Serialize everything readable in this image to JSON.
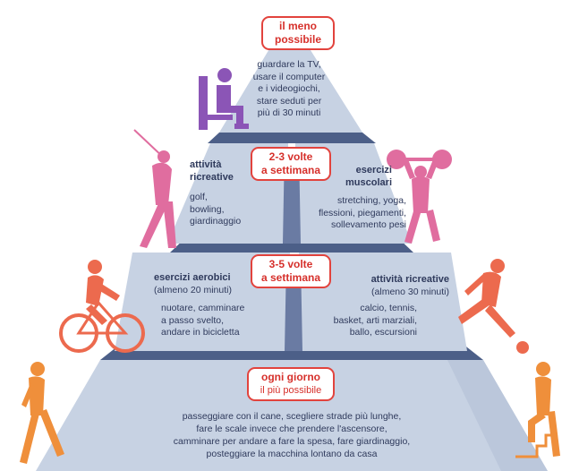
{
  "colors": {
    "pyramid_fill": "#c7d2e3",
    "pyramid_edge": "#5b6d97",
    "accent_red": "#e2433d",
    "purple": "#8b55b6",
    "pink": "#e06d9f",
    "orange_red": "#ec6a4e",
    "orange": "#ef8f3b",
    "text": "#2f3a5c"
  },
  "tier_top": {
    "badge": [
      "il meno",
      "possibile"
    ],
    "lines": [
      "guardare la TV,",
      "usare il computer",
      "e i videogiochi,",
      "stare seduti per",
      "più di 30 minuti"
    ],
    "icon": "sitting-person-icon"
  },
  "tier_2": {
    "badge": [
      "2-3 volte",
      "a settimana"
    ],
    "left": {
      "title": [
        "attività",
        "ricreative"
      ],
      "items": [
        "golf,",
        "bowling,",
        "giardinaggio"
      ],
      "icon": "golfer-icon"
    },
    "right": {
      "title": [
        "esercizi",
        "muscolari"
      ],
      "items": [
        "stretching, yoga,",
        "flessioni, piegamenti,",
        "sollevamento pesi"
      ],
      "icon": "weightlifter-icon"
    }
  },
  "tier_3": {
    "badge": [
      "3-5 volte",
      "a settimana"
    ],
    "left": {
      "title": "esercizi aerobici",
      "subtitle": "(almeno 20 minuti)",
      "items": [
        "nuotare, camminare",
        "a passo svelto,",
        "andare in bicicletta"
      ],
      "icon": "cyclist-icon"
    },
    "right": {
      "title": "attività ricreative",
      "subtitle": "(almeno 30 minuti)",
      "items": [
        "calcio, tennis,",
        "basket, arti marziali,",
        "ballo, escursioni"
      ],
      "icon": "soccer-player-icon"
    }
  },
  "tier_base": {
    "badge": "ogni giorno",
    "badge_sub": "il più possibile",
    "lines": [
      "passeggiare con il cane, scegliere strade più lunghe,",
      "fare le scale invece che prendere l'ascensore,",
      "camminare per andare a fare la spesa, fare giardinaggio,",
      "posteggiare la macchina lontano da casa"
    ],
    "icons": [
      "walking-person-icon",
      "stair-climber-icon"
    ]
  }
}
